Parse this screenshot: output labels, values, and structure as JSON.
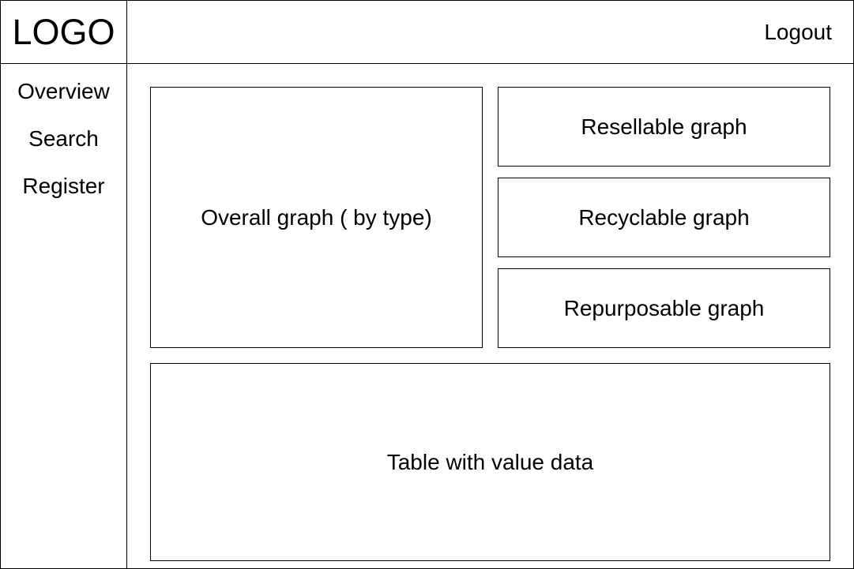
{
  "logo": {
    "text": "LOGO"
  },
  "header": {
    "logout_label": "Logout"
  },
  "sidebar": {
    "items": [
      {
        "label": "Overview"
      },
      {
        "label": "Search"
      },
      {
        "label": "Register"
      }
    ]
  },
  "main": {
    "overall_graph": "Overall graph ( by type)",
    "resellable_graph": "Resellable graph",
    "recyclable_graph": "Recyclable graph",
    "repurposable_graph": "Repurposable graph",
    "value_table": "Table with value data"
  },
  "colors": {
    "border": "#000000",
    "background": "#ffffff",
    "text": "#000000"
  }
}
